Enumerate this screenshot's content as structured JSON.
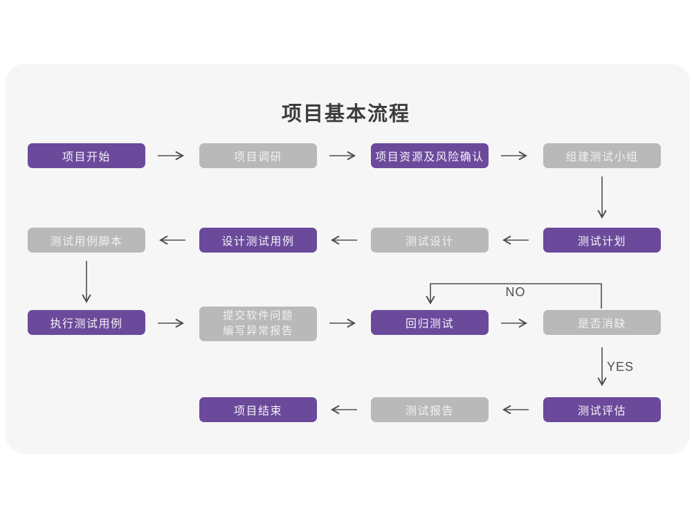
{
  "title": "项目基本流程",
  "colors": {
    "primary": "#6b4a9b",
    "secondary": "#b9b9b9",
    "card_bg": "#f6f6f7",
    "arrow": "#4d4d4d"
  },
  "nodes": [
    {
      "id": "project-start",
      "label": "项目开始",
      "variant": "primary"
    },
    {
      "id": "project-research",
      "label": "项目调研",
      "variant": "secondary"
    },
    {
      "id": "resources-risk",
      "label": "项目资源及风险确认",
      "variant": "primary"
    },
    {
      "id": "build-test-team",
      "label": "组建测试小组",
      "variant": "secondary"
    },
    {
      "id": "test-case-script",
      "label": "测试用例脚本",
      "variant": "secondary"
    },
    {
      "id": "design-test-cases",
      "label": "设计测试用例",
      "variant": "primary"
    },
    {
      "id": "test-design",
      "label": "测试设计",
      "variant": "secondary"
    },
    {
      "id": "test-plan",
      "label": "测试计划",
      "variant": "primary"
    },
    {
      "id": "execute-test-cases",
      "label": "执行测试用例",
      "variant": "primary"
    },
    {
      "id": "submit-issue-report",
      "label": "提交软件问题\n编写异常报告",
      "variant": "secondary"
    },
    {
      "id": "regression-test",
      "label": "回归测试",
      "variant": "primary"
    },
    {
      "id": "defect-cleared",
      "label": "是否消缺",
      "variant": "secondary"
    },
    {
      "id": "project-end",
      "label": "项目结束",
      "variant": "primary"
    },
    {
      "id": "test-report",
      "label": "测试报告",
      "variant": "secondary"
    },
    {
      "id": "test-evaluation",
      "label": "测试评估",
      "variant": "primary"
    }
  ],
  "edge_labels": {
    "no": "NO",
    "yes": "YES"
  }
}
